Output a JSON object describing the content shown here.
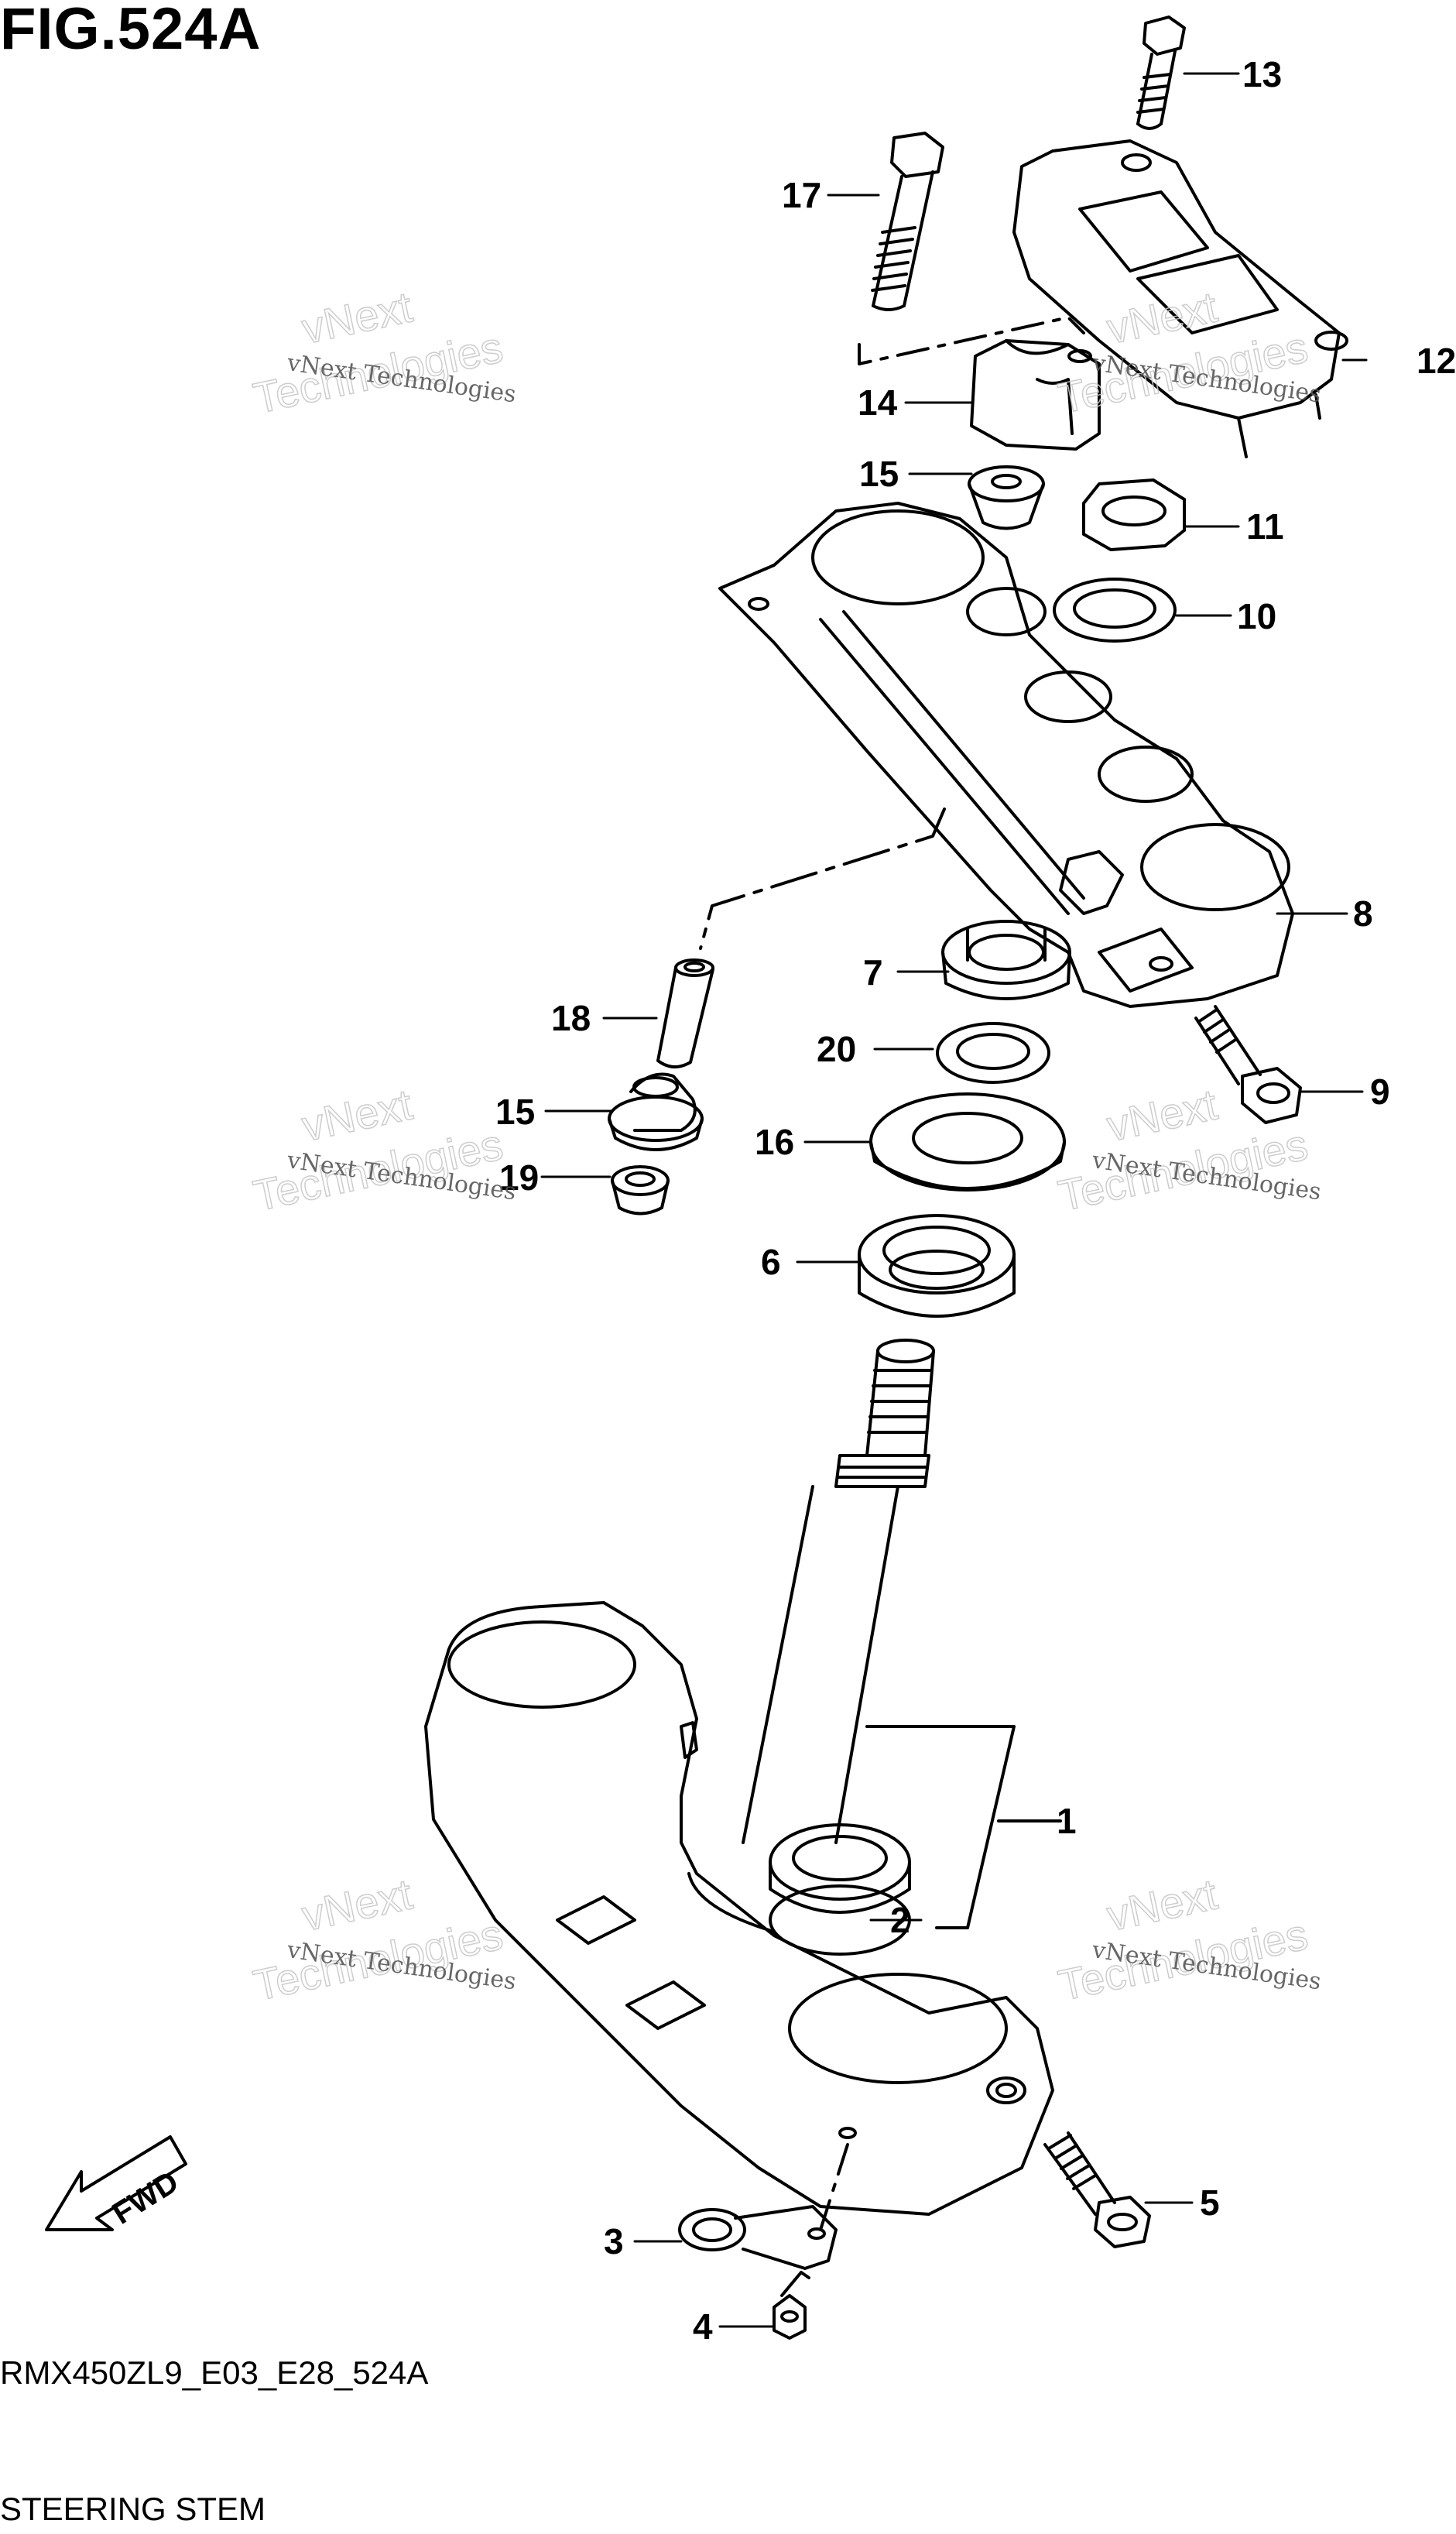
{
  "figure": {
    "title": "FIG.524A",
    "code": "RMX450ZL9_E03_E28_524A",
    "subtitle": "STEERING STEM",
    "direction_label": "FWD"
  },
  "watermark": {
    "line1": "vNext Technologies",
    "line2a": "vNext",
    "line2b": "Technologies"
  },
  "callouts": [
    "1",
    "2",
    "3",
    "4",
    "5",
    "6",
    "7",
    "8",
    "9",
    "10",
    "11",
    "12",
    "13",
    "14",
    "15",
    "15",
    "16",
    "17",
    "18",
    "19",
    "20"
  ],
  "icons": {
    "direction": "fwd-arrow-icon"
  }
}
